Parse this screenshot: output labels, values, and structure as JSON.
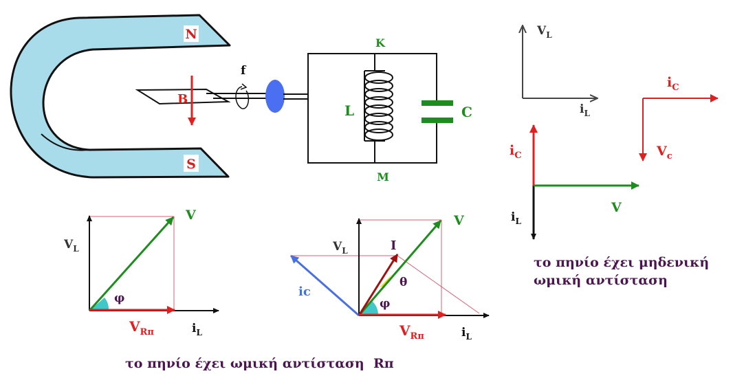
{
  "colors": {
    "magnet_fill": "#a8dcea",
    "magnet_stroke": "#111111",
    "pole_label_bg": "#ffffff",
    "pole_label": "#d42020",
    "field_arrow": "#e02020",
    "black": "#111111",
    "dark_gray": "#444444",
    "green": "#1e8c1e",
    "red": "#e02020",
    "dark_red": "#a01010",
    "blue": "#4a6fe0",
    "purple": "#4b1550",
    "pink_guide": "#d86070",
    "blue_ellipse": "#4a6ff0",
    "angle_fill": "#40c8c8",
    "theta_fill": "#e8e020"
  },
  "magnet": {
    "north_label": "N",
    "south_label": "S",
    "field_label": "B",
    "freq_label": "f"
  },
  "circuit": {
    "top_node": "K",
    "bottom_node": "M",
    "inductor_label": "L",
    "capacitor_label": "C"
  },
  "phasor_top": {
    "vertical_label": "V",
    "vertical_sub": "L",
    "horizontal_label": "i",
    "horizontal_sub": "L"
  },
  "phasor_ic_vc": {
    "horizontal_label": "i",
    "horizontal_sub": "C",
    "vertical_label": "V",
    "vertical_sub": "c"
  },
  "phasor_lc": {
    "up_label": "i",
    "up_sub": "C",
    "down_label": "i",
    "down_sub": "L",
    "right_label": "V",
    "caption_line1": "το πηνίο έχει μηδενική",
    "caption_line2": "ωμική αντίσταση"
  },
  "phasor_left": {
    "v_label": "V",
    "vl_label": "V",
    "vl_sub": "L",
    "il_label": "i",
    "il_sub": "L",
    "vr_label": "V",
    "vr_sub": "Rπ",
    "phi_label": "φ"
  },
  "phasor_right": {
    "v_label": "V",
    "vl_label": "V",
    "vl_sub": "L",
    "i_label": "I",
    "ic_label": "ic",
    "theta_label": "θ",
    "phi_label": "φ",
    "vr_label": "V",
    "vr_sub": "Rπ",
    "il_label": "i",
    "il_sub": "L"
  },
  "bottom_caption": "το πηνίο έχει ωμική αντίσταση  Rπ"
}
